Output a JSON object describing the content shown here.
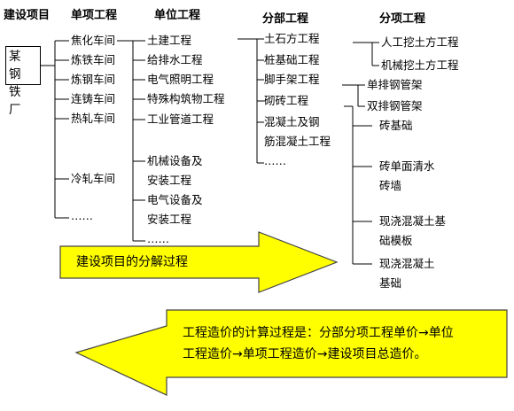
{
  "headers": {
    "project": "建设项目",
    "single": "单项工程",
    "unit": "单位工程",
    "division": "分部工程",
    "subitem": "分项工程"
  },
  "root": {
    "line1": "某 钢",
    "line2": "铁 厂"
  },
  "single_items": [
    "焦化车间",
    "炼铁车间",
    "炼钢车间",
    "连铸车间",
    "热轧车间",
    "冷轧车间",
    "……"
  ],
  "unit_items": [
    "土建工程",
    "给排水工程",
    "电气照明工程",
    "特殊构筑物工程",
    "工业管道工程",
    "机械设备及",
    "安装工程",
    "电气设备及",
    "安装工程",
    "……"
  ],
  "division_items": [
    "土石方工程",
    "桩基础工程",
    "脚手架工程",
    "砌砖工程",
    "混凝土及钢",
    "筋混凝土工程",
    "……"
  ],
  "subitem_items": [
    "人工挖土方工程",
    "机械挖土方工程",
    "单排钢管架",
    "双排钢管架",
    "砖基础",
    "砖单面清水",
    "砖墙",
    "现浇混凝土基",
    "础模板",
    "现浇混凝土",
    "基础"
  ],
  "arrow_right_text": "建设项目的分解过程",
  "arrow_left_text": [
    "工程造价的计算过程是：分部分项工程单价→单位",
    "工程造价→单项工程造价→建设项目总造价。"
  ],
  "colors": {
    "arrow_fill": "#ffff00",
    "arrow_stroke": "#444444"
  }
}
